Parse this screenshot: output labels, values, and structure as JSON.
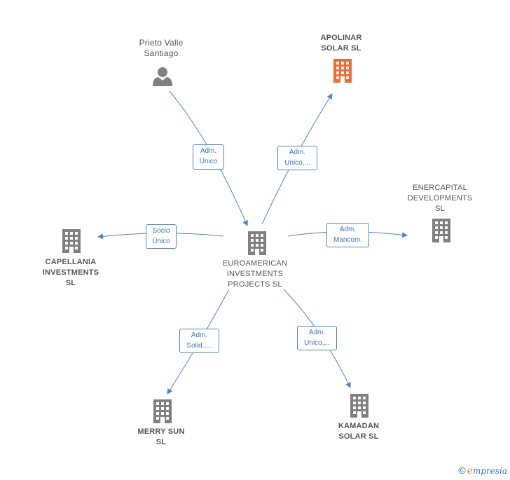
{
  "nodes": {
    "prieto": {
      "label_line1": "Prieto Valle",
      "label_line2": "Santiago"
    },
    "apolinar": {
      "label_line1": "APOLINAR",
      "label_line2": "SOLAR  SL"
    },
    "enercapital": {
      "label_line1": "ENERCAPITAL",
      "label_line2": "DEVELOPMENTS",
      "label_line3": "SL"
    },
    "capellania": {
      "label_line1": "CAPELLANIA",
      "label_line2": "INVESTMENTS",
      "label_line3": "SL"
    },
    "euroamerican": {
      "label_line1": "EUROAMERICAN",
      "label_line2": "INVESTMENTS",
      "label_line3": "PROJECTS  SL"
    },
    "merry": {
      "label_line1": "MERRY SUN",
      "label_line2": "SL"
    },
    "kamadan": {
      "label_line1": "KAMADAN",
      "label_line2": "SOLAR  SL"
    }
  },
  "edges": {
    "prieto_to_euro": {
      "line1": "Adm.",
      "line2": "Unico"
    },
    "euro_to_apolinar": {
      "line1": "Adm.",
      "line2": "Unico,..."
    },
    "euro_to_enercapital": {
      "line1": "Adm.",
      "line2": "Mancom."
    },
    "euro_to_capellania": {
      "line1": "Socio",
      "line2": "Único"
    },
    "euro_to_merry": {
      "line1": "Adm.",
      "line2": "Solid.,..."
    },
    "euro_to_kamadan": {
      "line1": "Adm.",
      "line2": "Unico,..."
    }
  },
  "colors": {
    "edge": "#4a86c8",
    "building": "#808080",
    "building_highlight": "#f26a35",
    "person": "#808080"
  },
  "brand": {
    "copyright": "©",
    "e": "e",
    "rest": "mpresia"
  }
}
